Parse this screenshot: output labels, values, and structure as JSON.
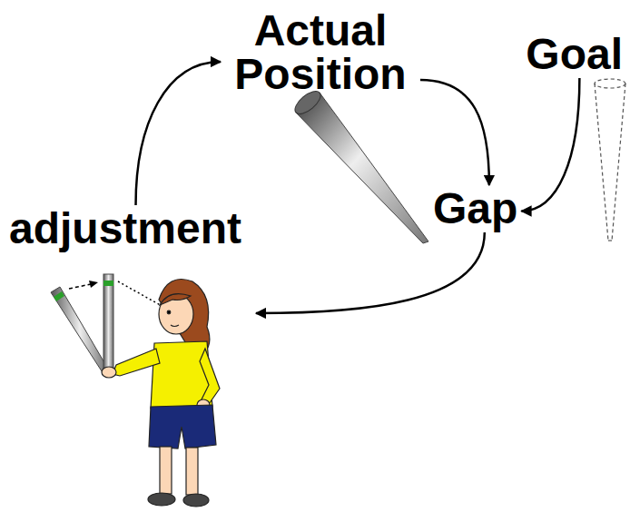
{
  "diagram": {
    "nodes": [
      {
        "text": [
          "Actual Position"
        ]
      },
      {
        "text": [
          "Goal"
        ]
      },
      {
        "text": [
          "Gap"
        ]
      },
      {
        "text": [
          "adjustment"
        ]
      }
    ],
    "edges": [
      {
        "from": 3,
        "to": 0,
        "arrow": "to"
      },
      {
        "from": 0,
        "to": 2,
        "arrow": "to"
      },
      {
        "from": 1,
        "to": 2,
        "arrow": "to"
      },
      {
        "from": 2,
        "to": 3,
        "arrow": "to"
      }
    ]
  }
}
